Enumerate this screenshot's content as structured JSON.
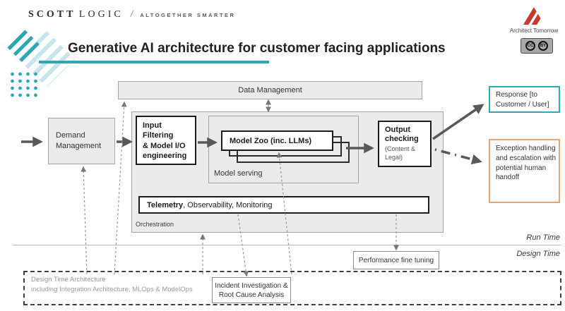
{
  "header": {
    "brand_primary": "SCOTT",
    "brand_secondary": "LOGIC",
    "brand_separator": "/",
    "brand_tagline": "ALTOGETHER SMARTER",
    "architect_logo_label": "Architect Tomorrow",
    "cc_badge": {
      "cc": "CC",
      "by": "BY"
    }
  },
  "title": "Generative AI architecture for customer facing applications",
  "colors": {
    "teal_accent": "#2BA8B4",
    "orange_accent": "#EBA573",
    "logo_red": "#C43B30",
    "box_gray": "#EBEBEB",
    "arrow_dark": "#595959",
    "dashed_gray": "#999999"
  },
  "diagram": {
    "data_management": "Data Management",
    "demand_management": "Demand Management",
    "input_filtering_lines": [
      "Input",
      "Filtering",
      "& Model I/O",
      "engineering"
    ],
    "model_zoo": "Model Zoo (inc. LLMs)",
    "model_serving": "Model serving",
    "output_checking_title": "Output checking",
    "output_checking_subtitle": "(Content & Legal)",
    "telemetry_bold": "Telemetry",
    "telemetry_rest": ", Observability, Monitoring",
    "orchestration": "Orchestration",
    "response": "Response [to Customer / User]",
    "exception": "Exception handling and escalation with potential human handoff",
    "run_time": "Run Time",
    "design_time": "Design Time",
    "performance_fine_tuning": "Performance fine tuning",
    "design_box_line1": "Design Time Architecture",
    "design_box_line2": "including Integration Architecture, MLOps & ModelOps",
    "incident": "Incident Investigation & Root Cause Analysis"
  }
}
